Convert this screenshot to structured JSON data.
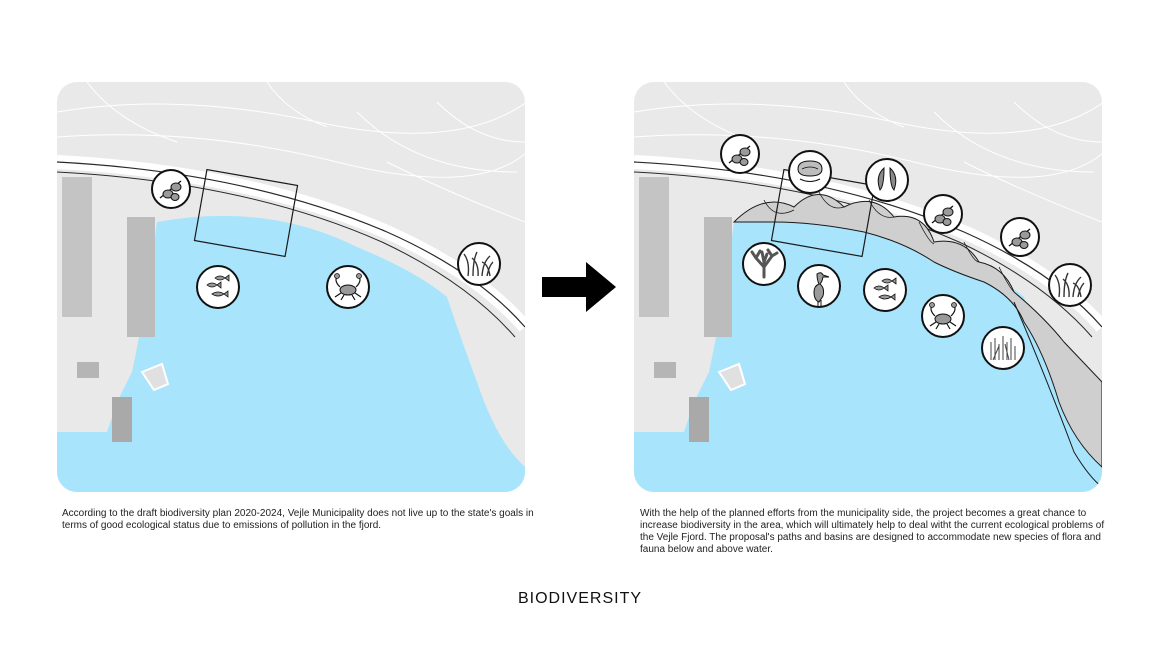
{
  "title": "BIODIVERSITY",
  "panels": {
    "before": {
      "caption": "According to the draft biodiversity plan 2020-2024, Vejle Municipality does not live up to the state's goals in terms of good ecological status due to emissions of pollution in the fjord.",
      "icons": [
        "leaf-branch-icon",
        "fish-icon",
        "crab-icon",
        "grass-icon"
      ]
    },
    "after": {
      "caption": "With the help of the planned efforts from the municipality side, the project becomes a great chance to increase biodiversity in the area, which will ultimately help to deal witht the current ecological problems of the Vejle Fjord. The proposal's paths and basins are designed to accommodate new species of flora and fauna below and above water.",
      "icons": [
        "leaf-branch-icon",
        "oyster-icon",
        "mussel-icon",
        "leaf-branch-icon",
        "leaf-branch-icon",
        "coral-icon",
        "heron-icon",
        "fish-icon",
        "crab-icon",
        "grass-icon",
        "reed-icon"
      ]
    }
  },
  "colors": {
    "water": "#a8e4fb",
    "land": "#e9e9e9",
    "road": "#ffffff",
    "building": "#b5b5b5",
    "outline": "#1a1a1a",
    "path": "#c9c9c9"
  }
}
